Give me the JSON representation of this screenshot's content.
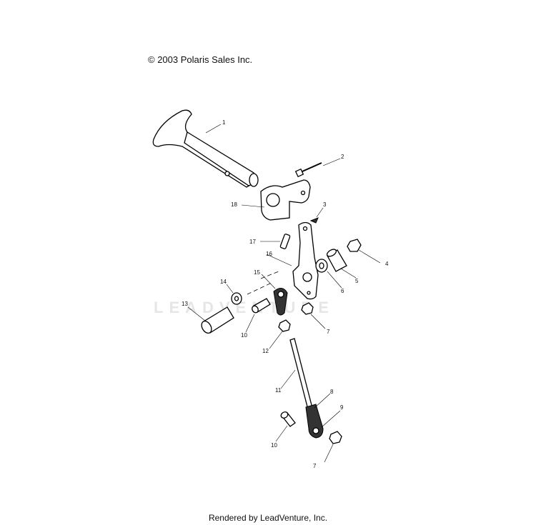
{
  "copyright": "© 2003 Polaris Sales Inc.",
  "footer": "Rendered by LeadVenture, Inc.",
  "watermark": "LEADVENTURE",
  "callouts": {
    "c1": "1",
    "c2": "2",
    "c3": "3",
    "c4": "4",
    "c5": "5",
    "c6": "6",
    "c7a": "7",
    "c7b": "7",
    "c8": "8",
    "c9": "9",
    "c10a": "10",
    "c10b": "10",
    "c11": "11",
    "c12": "12",
    "c13": "13",
    "c14": "14",
    "c15": "15",
    "c16": "16",
    "c17": "17",
    "c18": "18"
  }
}
